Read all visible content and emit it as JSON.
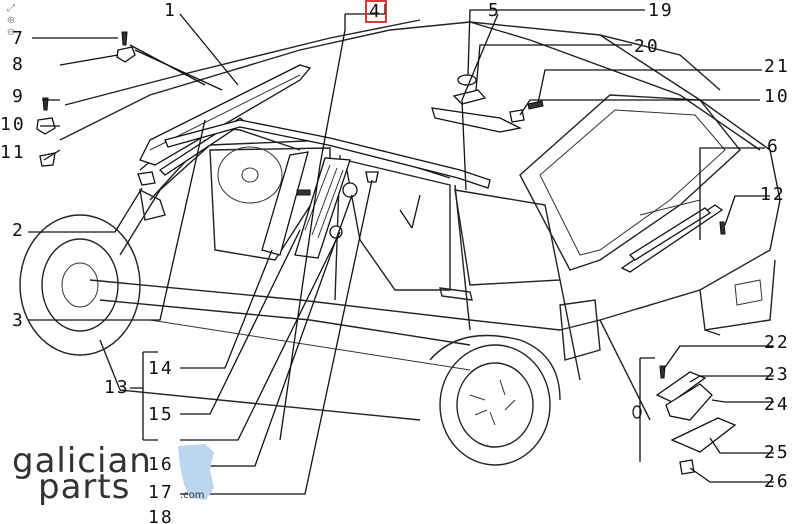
{
  "toolbar": {
    "tools": [
      {
        "name": "fit-page-icon",
        "glyph": "⤢"
      },
      {
        "name": "zoom-in-icon",
        "glyph": "⊕"
      },
      {
        "name": "zoom-out-icon",
        "glyph": "⊖"
      }
    ]
  },
  "callouts": {
    "c1": "1",
    "c2": "2",
    "c3": "3",
    "c4": "4",
    "c5": "5",
    "c6": "6",
    "c7": "7",
    "c8": "8",
    "c9": "9",
    "c10a": "10",
    "c10b": "10",
    "c11": "11",
    "c12": "12",
    "c13": "13",
    "c14": "14",
    "c15": "15",
    "c16": "16",
    "c17": "17",
    "c18": "18",
    "c19": "19",
    "c20": "20",
    "c21": "21",
    "c22": "22",
    "c23": "23",
    "c24": "24",
    "c25": "25",
    "c26": "26"
  },
  "highlight": {
    "label": "4",
    "color": "#dd2222"
  },
  "watermark": {
    "line1": "galician",
    "line2": "parts",
    "domain": ".com",
    "accent": "#bcd6ee"
  }
}
